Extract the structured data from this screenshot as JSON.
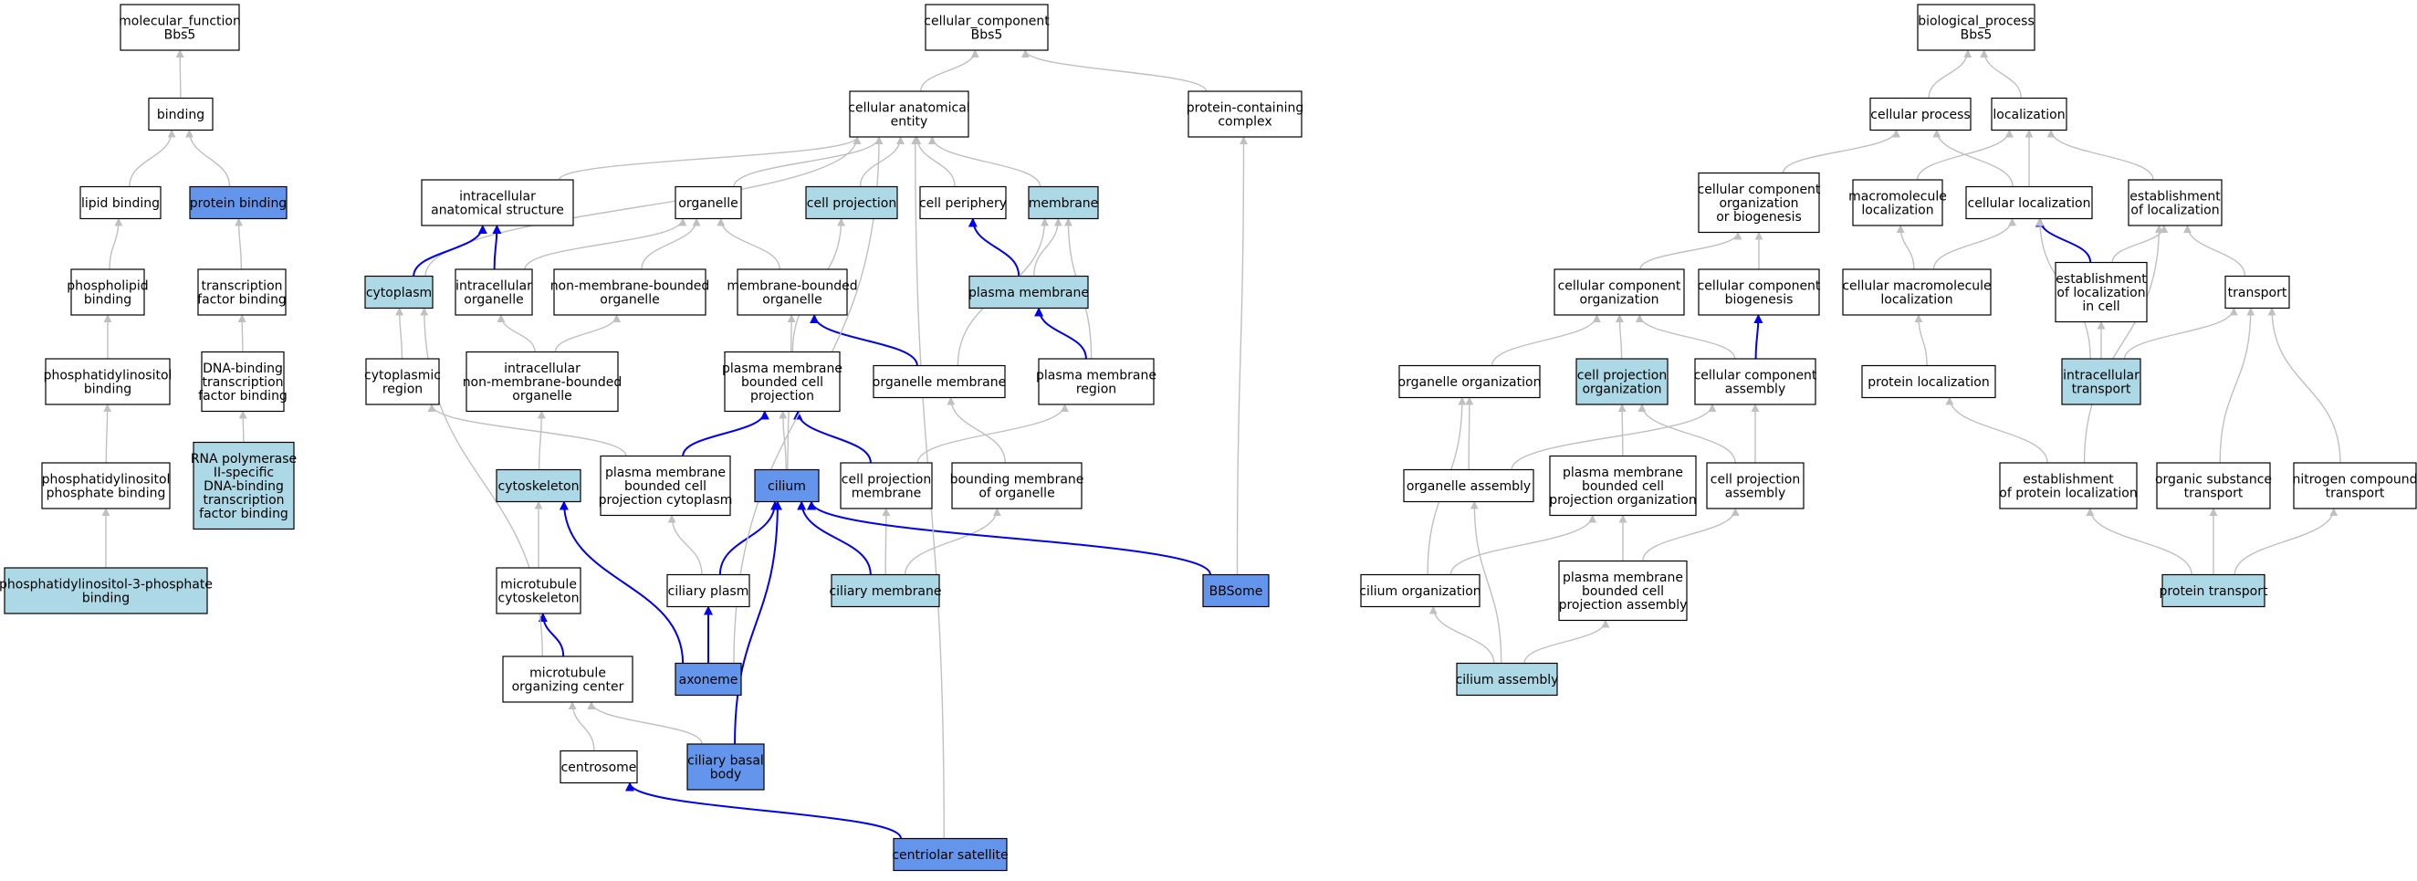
{
  "colors": {
    "plain": "#ffffff",
    "light": "#add8e6",
    "strong": "#6495ed",
    "edge_gray": "#c0c0c0",
    "edge_blue": "#0000ee"
  },
  "nodes": [
    {
      "id": "mf",
      "lines": [
        "molecular_function",
        "Bbs5"
      ],
      "fill": "plain"
    },
    {
      "id": "binding",
      "lines": [
        "binding"
      ],
      "fill": "plain"
    },
    {
      "id": "lipid_binding",
      "lines": [
        "lipid binding"
      ],
      "fill": "plain"
    },
    {
      "id": "protein_binding",
      "lines": [
        "protein binding"
      ],
      "fill": "strong"
    },
    {
      "id": "phospholipid_binding",
      "lines": [
        "phospholipid",
        "binding"
      ],
      "fill": "plain"
    },
    {
      "id": "tf_binding",
      "lines": [
        "transcription",
        "factor binding"
      ],
      "fill": "plain"
    },
    {
      "id": "pi_binding",
      "lines": [
        "phosphatidylinositol",
        "binding"
      ],
      "fill": "plain"
    },
    {
      "id": "dna_tf_binding",
      "lines": [
        "DNA-binding",
        "transcription",
        "factor binding"
      ],
      "fill": "plain"
    },
    {
      "id": "pip_binding",
      "lines": [
        "phosphatidylinositol",
        "phosphate binding"
      ],
      "fill": "plain"
    },
    {
      "id": "rnap_tf_binding",
      "lines": [
        "RNA polymerase",
        "II-specific",
        "DNA-binding",
        "transcription",
        "factor binding"
      ],
      "fill": "light"
    },
    {
      "id": "pi3p_binding",
      "lines": [
        "phosphatidylinositol-3-phosphate",
        "binding"
      ],
      "fill": "light"
    },
    {
      "id": "cc",
      "lines": [
        "cellular_component",
        "Bbs5"
      ],
      "fill": "plain"
    },
    {
      "id": "cae",
      "lines": [
        "cellular anatomical",
        "entity"
      ],
      "fill": "plain"
    },
    {
      "id": "pcc",
      "lines": [
        "protein-containing",
        "complex"
      ],
      "fill": "plain"
    },
    {
      "id": "ias",
      "lines": [
        "intracellular",
        "anatomical structure"
      ],
      "fill": "plain"
    },
    {
      "id": "organelle",
      "lines": [
        "organelle"
      ],
      "fill": "plain"
    },
    {
      "id": "cell_projection",
      "lines": [
        "cell projection"
      ],
      "fill": "light"
    },
    {
      "id": "cell_periphery",
      "lines": [
        "cell periphery"
      ],
      "fill": "plain"
    },
    {
      "id": "membrane",
      "lines": [
        "membrane"
      ],
      "fill": "light"
    },
    {
      "id": "cytoplasm",
      "lines": [
        "cytoplasm"
      ],
      "fill": "light"
    },
    {
      "id": "intra_organelle",
      "lines": [
        "intracellular",
        "organelle"
      ],
      "fill": "plain"
    },
    {
      "id": "nmb_organelle",
      "lines": [
        "non-membrane-bounded",
        "organelle"
      ],
      "fill": "plain"
    },
    {
      "id": "mb_organelle",
      "lines": [
        "membrane-bounded",
        "organelle"
      ],
      "fill": "plain"
    },
    {
      "id": "plasma_membrane",
      "lines": [
        "plasma membrane"
      ],
      "fill": "light"
    },
    {
      "id": "cyto_region",
      "lines": [
        "cytoplasmic",
        "region"
      ],
      "fill": "plain"
    },
    {
      "id": "intra_nmb_organelle",
      "lines": [
        "intracellular",
        "non-membrane-bounded",
        "organelle"
      ],
      "fill": "plain"
    },
    {
      "id": "pmbcp",
      "lines": [
        "plasma membrane",
        "bounded cell",
        "projection"
      ],
      "fill": "plain"
    },
    {
      "id": "organelle_membrane",
      "lines": [
        "organelle membrane"
      ],
      "fill": "plain"
    },
    {
      "id": "pm_region",
      "lines": [
        "plasma membrane",
        "region"
      ],
      "fill": "plain"
    },
    {
      "id": "cytoskeleton",
      "lines": [
        "cytoskeleton"
      ],
      "fill": "light"
    },
    {
      "id": "pmbcp_cytoplasm",
      "lines": [
        "plasma membrane",
        "bounded cell",
        "projection cytoplasm"
      ],
      "fill": "plain"
    },
    {
      "id": "cilium",
      "lines": [
        "cilium"
      ],
      "fill": "strong"
    },
    {
      "id": "cp_membrane",
      "lines": [
        "cell projection",
        "membrane"
      ],
      "fill": "plain"
    },
    {
      "id": "bounding_membrane",
      "lines": [
        "bounding membrane",
        "of organelle"
      ],
      "fill": "plain"
    },
    {
      "id": "mt_cytoskeleton",
      "lines": [
        "microtubule",
        "cytoskeleton"
      ],
      "fill": "plain"
    },
    {
      "id": "ciliary_plasm",
      "lines": [
        "ciliary plasm"
      ],
      "fill": "plain"
    },
    {
      "id": "ciliary_membrane",
      "lines": [
        "ciliary membrane"
      ],
      "fill": "light"
    },
    {
      "id": "bbsome",
      "lines": [
        "BBSome"
      ],
      "fill": "strong"
    },
    {
      "id": "mtoc",
      "lines": [
        "microtubule",
        "organizing center"
      ],
      "fill": "plain"
    },
    {
      "id": "axoneme",
      "lines": [
        "axoneme"
      ],
      "fill": "strong"
    },
    {
      "id": "centrosome",
      "lines": [
        "centrosome"
      ],
      "fill": "plain"
    },
    {
      "id": "ciliary_basal_body",
      "lines": [
        "ciliary basal",
        "body"
      ],
      "fill": "strong"
    },
    {
      "id": "centriolar_satellite",
      "lines": [
        "centriolar satellite"
      ],
      "fill": "strong"
    },
    {
      "id": "bp",
      "lines": [
        "biological_process",
        "Bbs5"
      ],
      "fill": "plain"
    },
    {
      "id": "cellular_process",
      "lines": [
        "cellular process"
      ],
      "fill": "plain"
    },
    {
      "id": "localization",
      "lines": [
        "localization"
      ],
      "fill": "plain"
    },
    {
      "id": "ccob",
      "lines": [
        "cellular component",
        "organization",
        "or biogenesis"
      ],
      "fill": "plain"
    },
    {
      "id": "macro_localization",
      "lines": [
        "macromolecule",
        "localization"
      ],
      "fill": "plain"
    },
    {
      "id": "cellular_localization",
      "lines": [
        "cellular localization"
      ],
      "fill": "plain"
    },
    {
      "id": "estab_localization",
      "lines": [
        "establishment",
        "of localization"
      ],
      "fill": "plain"
    },
    {
      "id": "cc_organization",
      "lines": [
        "cellular component",
        "organization"
      ],
      "fill": "plain"
    },
    {
      "id": "cc_biogenesis",
      "lines": [
        "cellular component",
        "biogenesis"
      ],
      "fill": "plain"
    },
    {
      "id": "cell_macro_localization",
      "lines": [
        "cellular macromolecule",
        "localization"
      ],
      "fill": "plain"
    },
    {
      "id": "estab_loc_cell",
      "lines": [
        "establishment",
        "of localization",
        "in cell"
      ],
      "fill": "plain"
    },
    {
      "id": "transport",
      "lines": [
        "transport"
      ],
      "fill": "plain"
    },
    {
      "id": "organelle_organization",
      "lines": [
        "organelle organization"
      ],
      "fill": "plain"
    },
    {
      "id": "cp_organization",
      "lines": [
        "cell projection",
        "organization"
      ],
      "fill": "light"
    },
    {
      "id": "cc_assembly",
      "lines": [
        "cellular component",
        "assembly"
      ],
      "fill": "plain"
    },
    {
      "id": "protein_localization",
      "lines": [
        "protein localization"
      ],
      "fill": "plain"
    },
    {
      "id": "intracellular_transport",
      "lines": [
        "intracellular",
        "transport"
      ],
      "fill": "light"
    },
    {
      "id": "organelle_assembly",
      "lines": [
        "organelle assembly"
      ],
      "fill": "plain"
    },
    {
      "id": "pmbcp_organization",
      "lines": [
        "plasma membrane",
        "bounded cell",
        "projection organization"
      ],
      "fill": "plain"
    },
    {
      "id": "cp_assembly",
      "lines": [
        "cell projection",
        "assembly"
      ],
      "fill": "plain"
    },
    {
      "id": "estab_protein_loc",
      "lines": [
        "establishment",
        "of protein localization"
      ],
      "fill": "plain"
    },
    {
      "id": "organic_transport",
      "lines": [
        "organic substance",
        "transport"
      ],
      "fill": "plain"
    },
    {
      "id": "nitrogen_transport",
      "lines": [
        "nitrogen compound",
        "transport"
      ],
      "fill": "plain"
    },
    {
      "id": "cilium_organization",
      "lines": [
        "cilium organization"
      ],
      "fill": "plain"
    },
    {
      "id": "pmbcp_assembly",
      "lines": [
        "plasma membrane",
        "bounded cell",
        "projection assembly"
      ],
      "fill": "plain"
    },
    {
      "id": "protein_transport",
      "lines": [
        "protein transport"
      ],
      "fill": "light"
    },
    {
      "id": "cilium_assembly",
      "lines": [
        "cilium assembly"
      ],
      "fill": "light"
    }
  ],
  "edges": [
    [
      "binding",
      "mf",
      "gray"
    ],
    [
      "lipid_binding",
      "binding",
      "gray"
    ],
    [
      "protein_binding",
      "binding",
      "gray"
    ],
    [
      "phospholipid_binding",
      "lipid_binding",
      "gray"
    ],
    [
      "tf_binding",
      "protein_binding",
      "gray"
    ],
    [
      "pi_binding",
      "phospholipid_binding",
      "gray"
    ],
    [
      "dna_tf_binding",
      "tf_binding",
      "gray"
    ],
    [
      "pip_binding",
      "pi_binding",
      "gray"
    ],
    [
      "rnap_tf_binding",
      "dna_tf_binding",
      "gray"
    ],
    [
      "pi3p_binding",
      "pip_binding",
      "gray"
    ],
    [
      "cae",
      "cc",
      "gray"
    ],
    [
      "pcc",
      "cc",
      "gray"
    ],
    [
      "ias",
      "cae",
      "gray"
    ],
    [
      "organelle",
      "cae",
      "gray"
    ],
    [
      "cell_projection",
      "cae",
      "gray"
    ],
    [
      "cell_periphery",
      "cae",
      "gray"
    ],
    [
      "membrane",
      "cae",
      "gray"
    ],
    [
      "cytoplasm",
      "cae",
      "gray"
    ],
    [
      "cytoplasm",
      "ias",
      "blue"
    ],
    [
      "intra_organelle",
      "ias",
      "blue"
    ],
    [
      "intra_organelle",
      "organelle",
      "gray"
    ],
    [
      "nmb_organelle",
      "organelle",
      "gray"
    ],
    [
      "mb_organelle",
      "organelle",
      "gray"
    ],
    [
      "plasma_membrane",
      "cell_periphery",
      "blue"
    ],
    [
      "plasma_membrane",
      "membrane",
      "gray"
    ],
    [
      "cyto_region",
      "cytoplasm",
      "gray"
    ],
    [
      "intra_nmb_organelle",
      "intra_organelle",
      "gray"
    ],
    [
      "intra_nmb_organelle",
      "nmb_organelle",
      "gray"
    ],
    [
      "pmbcp",
      "cell_projection",
      "gray"
    ],
    [
      "organelle_membrane",
      "mb_organelle",
      "blue"
    ],
    [
      "organelle_membrane",
      "membrane",
      "gray"
    ],
    [
      "pm_region",
      "plasma_membrane",
      "blue"
    ],
    [
      "pm_region",
      "membrane",
      "gray"
    ],
    [
      "cytoskeleton",
      "intra_nmb_organelle",
      "gray"
    ],
    [
      "pmbcp_cytoplasm",
      "pmbcp",
      "blue"
    ],
    [
      "pmbcp_cytoplasm",
      "cyto_region",
      "gray"
    ],
    [
      "cilium",
      "pmbcp",
      "gray"
    ],
    [
      "cilium",
      "mb_organelle",
      "gray"
    ],
    [
      "cp_membrane",
      "pmbcp",
      "blue"
    ],
    [
      "cp_membrane",
      "pm_region",
      "gray"
    ],
    [
      "bounding_membrane",
      "organelle_membrane",
      "gray"
    ],
    [
      "mt_cytoskeleton",
      "cytoskeleton",
      "gray"
    ],
    [
      "ciliary_plasm",
      "cilium",
      "blue"
    ],
    [
      "ciliary_plasm",
      "pmbcp_cytoplasm",
      "gray"
    ],
    [
      "ciliary_membrane",
      "cilium",
      "blue"
    ],
    [
      "ciliary_membrane",
      "cp_membrane",
      "gray"
    ],
    [
      "ciliary_membrane",
      "bounding_membrane",
      "gray"
    ],
    [
      "bbsome",
      "cilium",
      "blue"
    ],
    [
      "bbsome",
      "pcc",
      "gray"
    ],
    [
      "mtoc",
      "mt_cytoskeleton",
      "blue"
    ],
    [
      "mtoc",
      "cytoplasm",
      "gray"
    ],
    [
      "axoneme",
      "ciliary_plasm",
      "blue"
    ],
    [
      "axoneme",
      "cytoskeleton",
      "blue"
    ],
    [
      "axoneme",
      "cae",
      "gray"
    ],
    [
      "centrosome",
      "mtoc",
      "gray"
    ],
    [
      "ciliary_basal_body",
      "cilium",
      "blue"
    ],
    [
      "ciliary_basal_body",
      "mtoc",
      "gray"
    ],
    [
      "centriolar_satellite",
      "centrosome",
      "blue"
    ],
    [
      "centriolar_satellite",
      "cae",
      "gray"
    ],
    [
      "cellular_process",
      "bp",
      "gray"
    ],
    [
      "localization",
      "bp",
      "gray"
    ],
    [
      "ccob",
      "cellular_process",
      "gray"
    ],
    [
      "macro_localization",
      "localization",
      "gray"
    ],
    [
      "cellular_localization",
      "localization",
      "gray"
    ],
    [
      "cellular_localization",
      "cellular_process",
      "gray"
    ],
    [
      "estab_localization",
      "localization",
      "gray"
    ],
    [
      "cc_organization",
      "ccob",
      "gray"
    ],
    [
      "cc_biogenesis",
      "ccob",
      "gray"
    ],
    [
      "cell_macro_localization",
      "macro_localization",
      "gray"
    ],
    [
      "cell_macro_localization",
      "cellular_localization",
      "gray"
    ],
    [
      "estab_loc_cell",
      "cellular_localization",
      "blue"
    ],
    [
      "estab_loc_cell",
      "estab_localization",
      "gray"
    ],
    [
      "transport",
      "estab_localization",
      "gray"
    ],
    [
      "organelle_organization",
      "cc_organization",
      "gray"
    ],
    [
      "cp_organization",
      "cc_organization",
      "gray"
    ],
    [
      "cc_assembly",
      "cc_biogenesis",
      "blue"
    ],
    [
      "cc_assembly",
      "cc_organization",
      "gray"
    ],
    [
      "protein_localization",
      "cell_macro_localization",
      "gray"
    ],
    [
      "intracellular_transport",
      "estab_loc_cell",
      "gray"
    ],
    [
      "intracellular_transport",
      "transport",
      "gray"
    ],
    [
      "intracellular_transport",
      "cellular_localization",
      "gray"
    ],
    [
      "organelle_assembly",
      "organelle_organization",
      "gray"
    ],
    [
      "organelle_assembly",
      "cc_assembly",
      "gray"
    ],
    [
      "pmbcp_organization",
      "cp_organization",
      "gray"
    ],
    [
      "cp_assembly",
      "cp_organization",
      "gray"
    ],
    [
      "cp_assembly",
      "cc_assembly",
      "gray"
    ],
    [
      "estab_protein_loc",
      "protein_localization",
      "gray"
    ],
    [
      "estab_protein_loc",
      "estab_localization",
      "gray"
    ],
    [
      "organic_transport",
      "transport",
      "gray"
    ],
    [
      "nitrogen_transport",
      "transport",
      "gray"
    ],
    [
      "cilium_organization",
      "organelle_organization",
      "gray"
    ],
    [
      "cilium_organization",
      "pmbcp_organization",
      "gray"
    ],
    [
      "pmbcp_assembly",
      "pmbcp_organization",
      "gray"
    ],
    [
      "pmbcp_assembly",
      "cp_assembly",
      "gray"
    ],
    [
      "protein_transport",
      "estab_protein_loc",
      "gray"
    ],
    [
      "protein_transport",
      "organic_transport",
      "gray"
    ],
    [
      "protein_transport",
      "nitrogen_transport",
      "gray"
    ],
    [
      "cilium_assembly",
      "cilium_organization",
      "gray"
    ],
    [
      "cilium_assembly",
      "organelle_assembly",
      "gray"
    ],
    [
      "cilium_assembly",
      "pmbcp_assembly",
      "gray"
    ]
  ]
}
